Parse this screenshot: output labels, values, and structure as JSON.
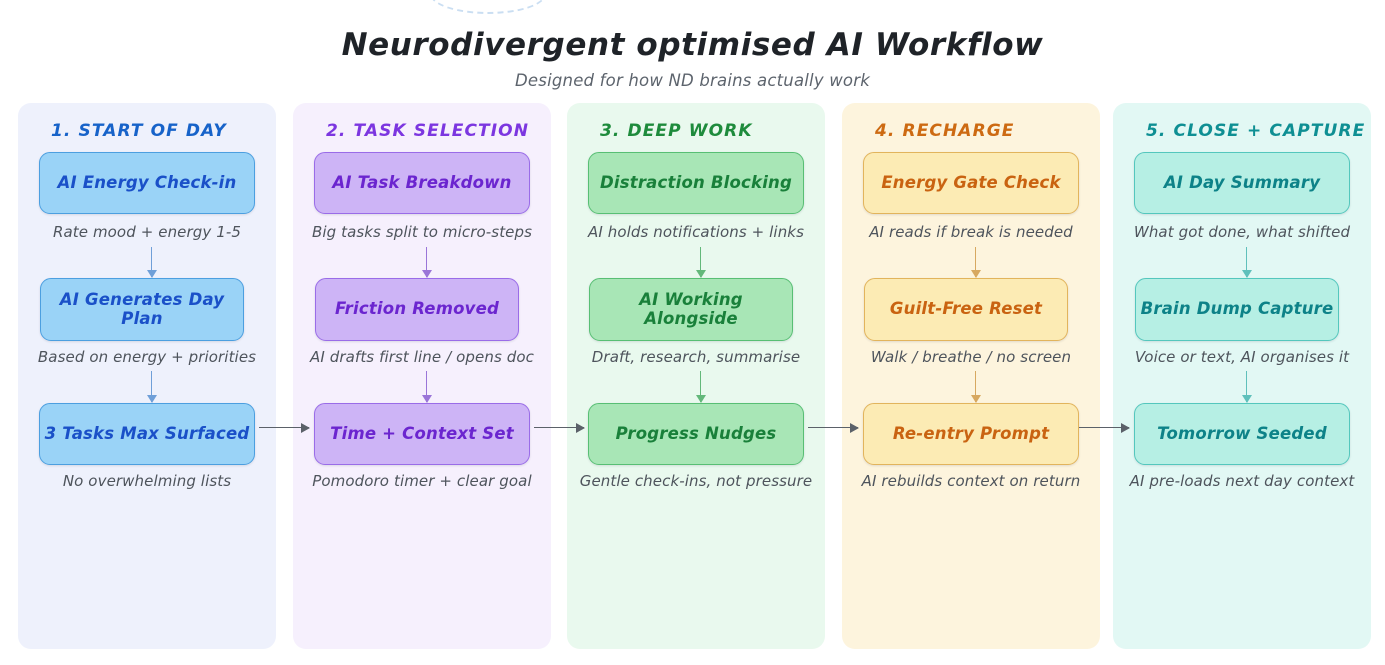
{
  "header": {
    "title": "Neurodivergent optimised AI Workflow",
    "subtitle": "Designed for how ND brains actually work"
  },
  "colors": {
    "page_background": "#ffffff",
    "stage_1_accent": "#1763c9",
    "stage_2_accent": "#7c36e0",
    "stage_3_accent": "#1e8b3c",
    "stage_4_accent": "#cd6a12",
    "stage_5_accent": "#0e8f93",
    "connector": "#5b6169",
    "caption_text": "#4e545c"
  },
  "stages": [
    {
      "title": "1. START OF DAY",
      "accent": "#1763c9",
      "box_fill": "#9ad3f7",
      "box_border": "#4c9fe0",
      "nodes": [
        {
          "label": "AI Energy Check-in",
          "caption": "Rate mood + energy 1-5"
        },
        {
          "label": "AI Generates Day Plan",
          "caption": "Based on energy + priorities"
        },
        {
          "label": "3 Tasks Max Surfaced",
          "caption": "No overwhelming lists"
        }
      ]
    },
    {
      "title": "2. TASK SELECTION",
      "accent": "#7c36e0",
      "box_fill": "#cdb4f6",
      "box_border": "#9a6ce8",
      "nodes": [
        {
          "label": "AI Task Breakdown",
          "caption": "Big tasks split to micro-steps"
        },
        {
          "label": "Friction Removed",
          "caption": "AI drafts first line / opens doc"
        },
        {
          "label": "Time + Context Set",
          "caption": "Pomodoro timer + clear goal"
        }
      ]
    },
    {
      "title": "3. DEEP WORK",
      "accent": "#1e8b3c",
      "box_fill": "#a8e6b6",
      "box_border": "#58bf74",
      "nodes": [
        {
          "label": "Distraction Blocking",
          "caption": "AI holds notifications + links"
        },
        {
          "label": "AI Working Alongside",
          "caption": "Draft, research, summarise"
        },
        {
          "label": "Progress Nudges",
          "caption": "Gentle check-ins, not pressure"
        }
      ]
    },
    {
      "title": "4. RECHARGE",
      "accent": "#cd6a12",
      "box_fill": "#fcebb4",
      "box_border": "#e2b45c",
      "nodes": [
        {
          "label": "Energy Gate Check",
          "caption": "AI reads if break is needed"
        },
        {
          "label": "Guilt-Free Reset",
          "caption": "Walk / breathe / no screen"
        },
        {
          "label": "Re-entry Prompt",
          "caption": "AI rebuilds context on return"
        }
      ]
    },
    {
      "title": "5. CLOSE + CAPTURE",
      "accent": "#0e8f93",
      "box_fill": "#b6efe4",
      "box_border": "#54c7bd",
      "nodes": [
        {
          "label": "AI Day Summary",
          "caption": "What got done, what shifted"
        },
        {
          "label": "Brain Dump Capture",
          "caption": "Voice or text, AI organises it"
        },
        {
          "label": "Tomorrow Seeded",
          "caption": "AI pre-loads next day context"
        }
      ]
    }
  ],
  "connectors": {
    "between_stages": [
      "1-to-2",
      "2-to-3",
      "3-to-4",
      "4-to-5"
    ],
    "within_stage": [
      "node1-to-node2",
      "node2-to-node3"
    ]
  }
}
